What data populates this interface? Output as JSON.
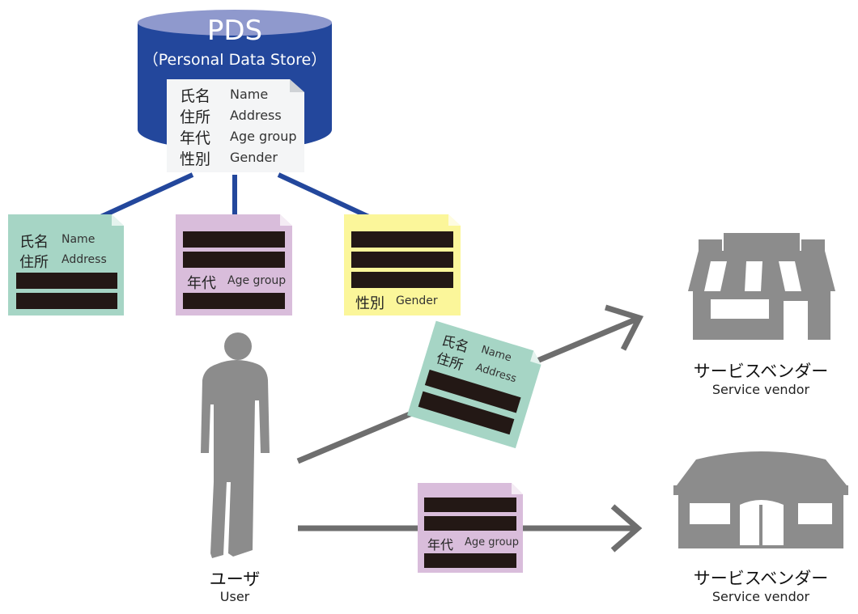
{
  "pds": {
    "title": "PDS",
    "subtitle": "（Personal Data Store）",
    "fields": [
      {
        "jp": "氏名",
        "en": "Name"
      },
      {
        "jp": "住所",
        "en": "Address"
      },
      {
        "jp": "年代",
        "en": "Age group"
      },
      {
        "jp": "性別",
        "en": "Gender"
      }
    ]
  },
  "documents": {
    "green": {
      "rows": [
        {
          "jp": "氏名",
          "en": "Name"
        },
        {
          "jp": "住所",
          "en": "Address"
        }
      ]
    },
    "purple": {
      "rows": [
        {
          "jp": "年代",
          "en": "Age group"
        }
      ]
    },
    "yellow": {
      "rows": [
        {
          "jp": "性別",
          "en": "Gender"
        }
      ]
    }
  },
  "user": {
    "label_jp": "ユーザ",
    "label_en": "User"
  },
  "vendors": [
    {
      "label_jp": "サービスベンダー",
      "label_en": "Service vendor"
    },
    {
      "label_jp": "サービスベンダー",
      "label_en": "Service vendor"
    }
  ],
  "colors": {
    "pds_blue": "#23479c",
    "pds_top": "#8f99cd",
    "doc_green": "#a6d5c5",
    "doc_purple": "#d9bddb",
    "doc_yellow": "#fbf69a",
    "redaction": "#231815",
    "gray": "#8c8c8c",
    "arrow": "#6e6e6e"
  },
  "icons": [
    "database-icon",
    "person-icon",
    "shop-icon",
    "store-icon",
    "arrow-icon"
  ]
}
